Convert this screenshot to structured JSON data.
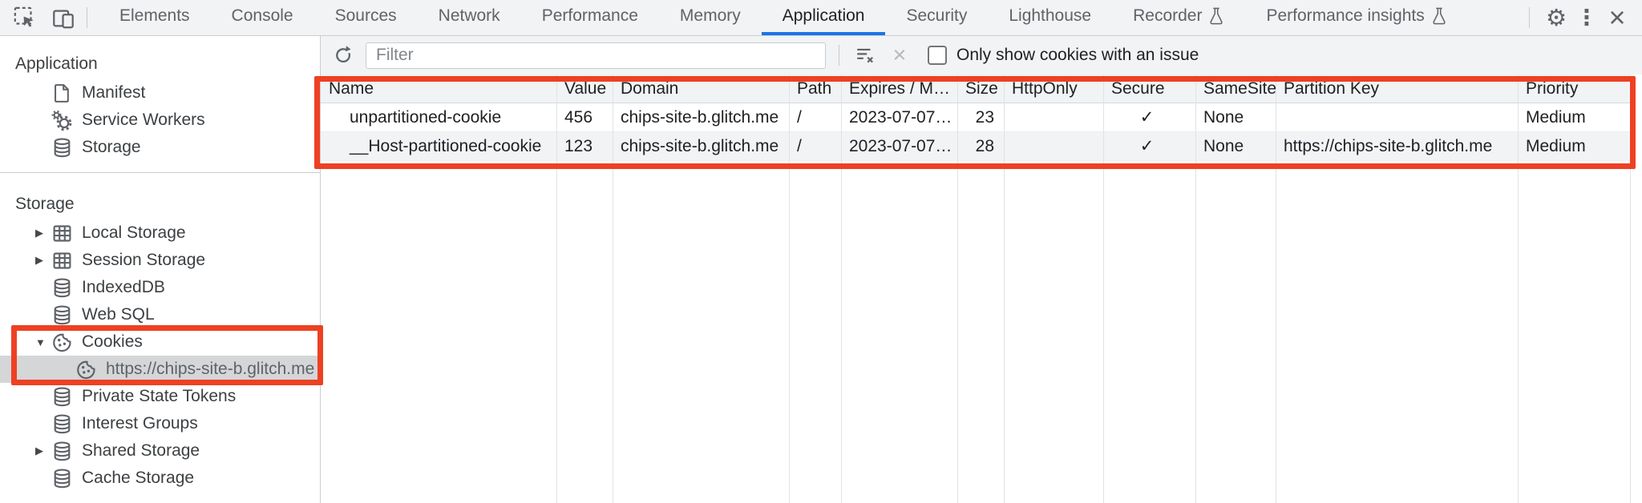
{
  "tabbar": {
    "tabs": [
      {
        "label": "Elements",
        "selected": false,
        "experimental": false
      },
      {
        "label": "Console",
        "selected": false,
        "experimental": false
      },
      {
        "label": "Sources",
        "selected": false,
        "experimental": false
      },
      {
        "label": "Network",
        "selected": false,
        "experimental": false
      },
      {
        "label": "Performance",
        "selected": false,
        "experimental": false
      },
      {
        "label": "Memory",
        "selected": false,
        "experimental": false
      },
      {
        "label": "Application",
        "selected": true,
        "experimental": false
      },
      {
        "label": "Security",
        "selected": false,
        "experimental": false
      },
      {
        "label": "Lighthouse",
        "selected": false,
        "experimental": false
      },
      {
        "label": "Recorder",
        "selected": false,
        "experimental": true
      },
      {
        "label": "Performance insights",
        "selected": false,
        "experimental": true
      }
    ],
    "icons": {
      "settings_gear": "⚙",
      "more_vertical": "⋮",
      "close": "×"
    }
  },
  "sidebar": {
    "icons": {
      "arrow_collapsed": "▶",
      "arrow_expanded": "▼"
    },
    "sections": [
      {
        "title": "Application",
        "items": [
          {
            "label": "Manifest",
            "icon": "document"
          },
          {
            "label": "Service Workers",
            "icon": "service-worker-gears"
          },
          {
            "label": "Storage",
            "icon": "database"
          }
        ]
      },
      {
        "title": "Storage",
        "items": [
          {
            "label": "Local Storage",
            "icon": "table-grid",
            "expand": "collapsed"
          },
          {
            "label": "Session Storage",
            "icon": "table-grid",
            "expand": "collapsed"
          },
          {
            "label": "IndexedDB",
            "icon": "database"
          },
          {
            "label": "Web SQL",
            "icon": "database"
          },
          {
            "label": "Cookies",
            "icon": "cookie",
            "expand": "expanded",
            "highlighted": true
          },
          {
            "label": "https://chips-site-b.glitch.me",
            "icon": "cookie",
            "child": true,
            "selected": true,
            "highlighted": true
          },
          {
            "label": "Private State Tokens",
            "icon": "database"
          },
          {
            "label": "Interest Groups",
            "icon": "database"
          },
          {
            "label": "Shared Storage",
            "icon": "database",
            "expand": "collapsed"
          },
          {
            "label": "Cache Storage",
            "icon": "database"
          }
        ]
      }
    ]
  },
  "toolbar": {
    "filter": {
      "placeholder": "Filter",
      "value": ""
    },
    "icons": {
      "delete_x": "×"
    },
    "checkbox": {
      "label": "Only show cookies with an issue",
      "checked": false
    }
  },
  "cookies_table": {
    "columns": [
      "Name",
      "Value",
      "Domain",
      "Path",
      "Expires / M…",
      "Size",
      "HttpOnly",
      "Secure",
      "SameSite",
      "Partition Key",
      "Priority"
    ],
    "rows": [
      {
        "name": "unpartitioned-cookie",
        "value": "456",
        "domain": "chips-site-b.glitch.me",
        "path": "/",
        "expires": "2023-07-07…",
        "size": "23",
        "http_only": "",
        "secure": "✓",
        "same_site": "None",
        "partition_key": "",
        "priority": "Medium"
      },
      {
        "name": "__Host-partitioned-cookie",
        "value": "123",
        "domain": "chips-site-b.glitch.me",
        "path": "/",
        "expires": "2023-07-07…",
        "size": "28",
        "http_only": "",
        "secure": "✓",
        "same_site": "None",
        "partition_key": "https://chips-site-b.glitch.me",
        "priority": "Medium"
      }
    ]
  },
  "annotations": {
    "highlight_color": "#ee4023"
  },
  "colors": {
    "tab_underline_blue": "#1a73e8",
    "selected_row_bg": "#d4d6d8",
    "toolbar_bg": "#f1f3f4"
  }
}
